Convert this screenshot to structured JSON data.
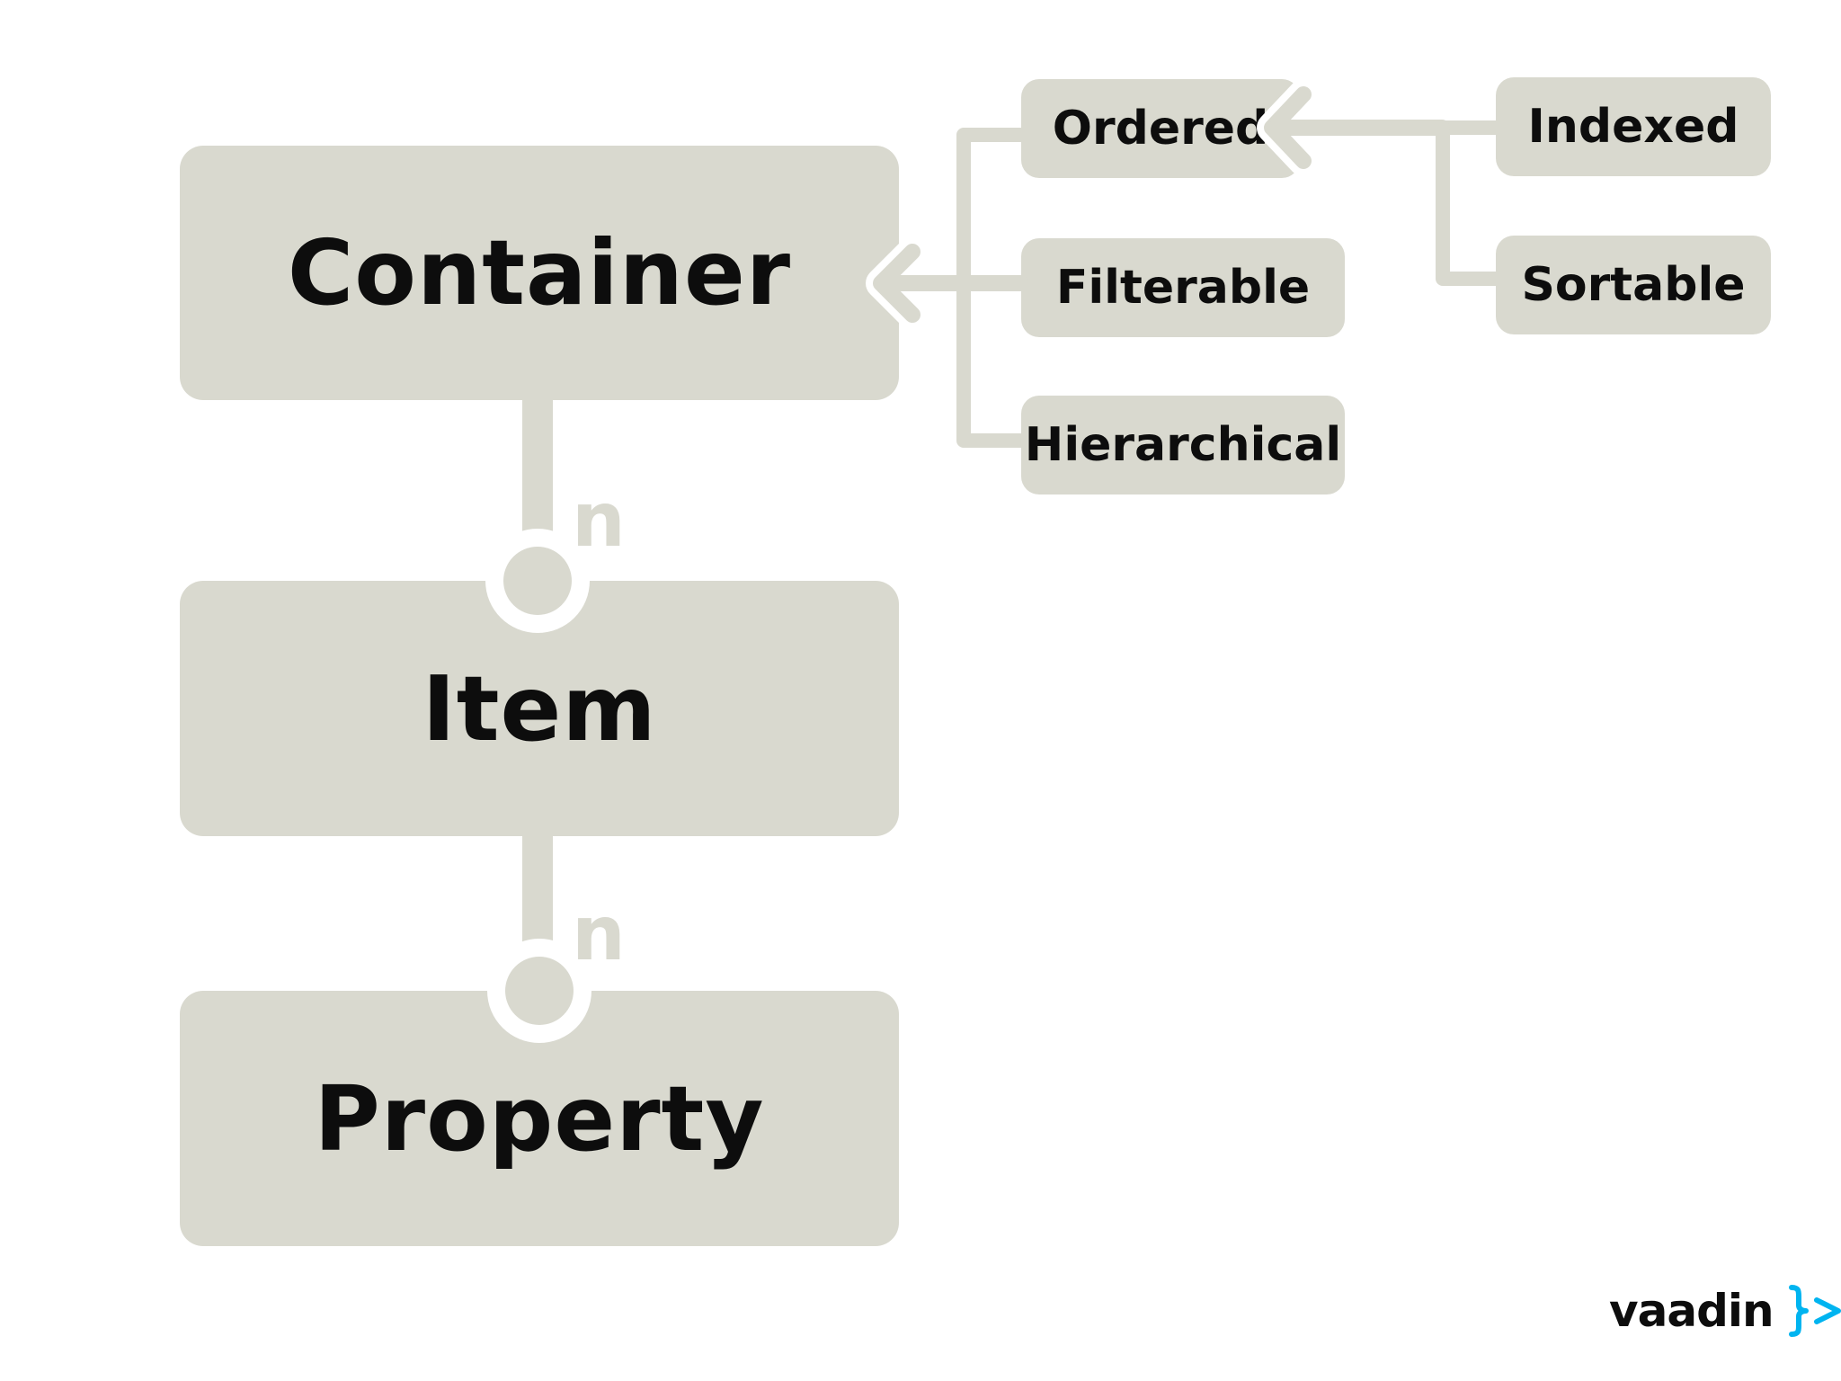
{
  "nodes": {
    "container": "Container",
    "item": "Item",
    "property": "Property",
    "ordered": "Ordered",
    "filterable": "Filterable",
    "hierarchical": "Hierarchical",
    "indexed": "Indexed",
    "sortable": "Sortable"
  },
  "multiplicity": {
    "container_item": "n",
    "item_property": "n"
  },
  "logo": {
    "text": "vaadin",
    "mark_color": "#00b4f0"
  },
  "colors": {
    "box_fill": "#d9d9cf",
    "text": "#0d0d0d",
    "background": "#ffffff"
  }
}
